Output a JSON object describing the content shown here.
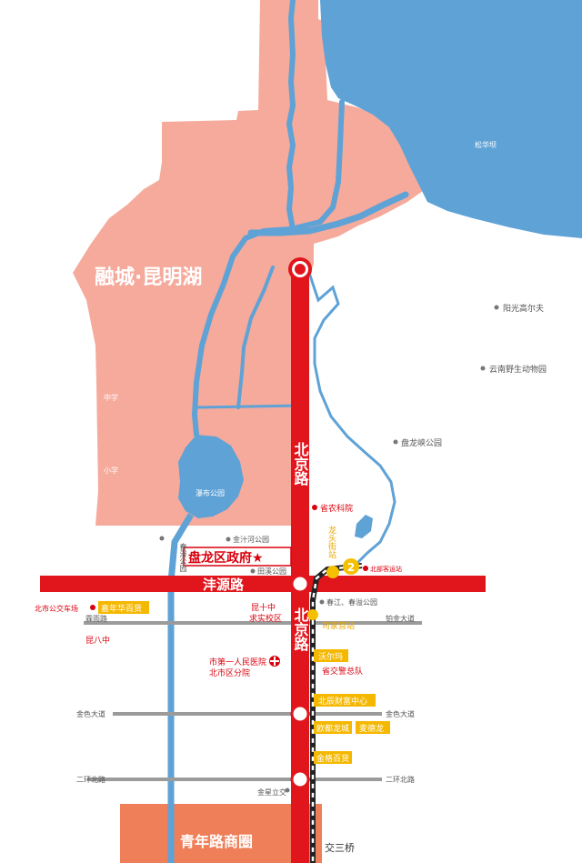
{
  "colors": {
    "land": "#f5aa9c",
    "water": "#5fa2d6",
    "main_road": "#e1161d",
    "gray_road": "#9b9b9b",
    "rail": "#222222",
    "metro_station": "#f5c000",
    "label_box": "#f5b800",
    "commercial": "#ee7f58",
    "red_text": "#d8000d",
    "yellow_text": "#e7a800"
  },
  "labels": {
    "district_title": "融城·昆明湖",
    "government": "盘龙区政府★",
    "songhua_dam": "松华坝",
    "yangguang_golf": "阳光高尔夫",
    "yunnan_zoo": "云南野生动物园",
    "panlongxia_park": "盘龙峡公园",
    "middle_school": "中学",
    "primary_school": "小学",
    "waterfall_park": "瀑布公园",
    "chunman_park": "春漫公园",
    "jinzhihe_park": "金汁河公园",
    "tianxi_park": "田溪公园",
    "beijing_road_north": "北京路",
    "beijing_road_south": "北京路",
    "fengyuan_road": "沣源路",
    "agri_academy": "省农科院",
    "longtou_street": "龙头街站",
    "north_bus_station": "北部客运站",
    "line_two": "2",
    "chunjiang_park": "春江、春溢公园",
    "sijiaying_station": "司家营站",
    "kunshi_school": "昆十中",
    "qiushi_campus": "求实校区",
    "north_bus_yard": "北市公交车场",
    "carnival_store": "嘉年华百货",
    "linyu_road": "霖雨路",
    "baiyin_avenue": "铂金大道",
    "kun_eight": "昆八中",
    "first_hospital": "市第一人民医院",
    "north_branch": "北市区分院",
    "walmart": "沃尔玛",
    "traffic_police": "省交警总队",
    "jinse_avenue_left": "金色大道",
    "jinse_avenue_right": "金色大道",
    "beichen_center": "北辰财富中心",
    "oudu_longcheng": "欧都龙城",
    "metro_dragon": "麦德龙",
    "jinge_store": "金格百货",
    "second_ring_left": "二环北路",
    "second_ring_right": "二环北路",
    "jinxing_flyover": "金星立交",
    "qingnian_district": "青年路商圈",
    "jiaosan_bridge": "交三桥"
  }
}
